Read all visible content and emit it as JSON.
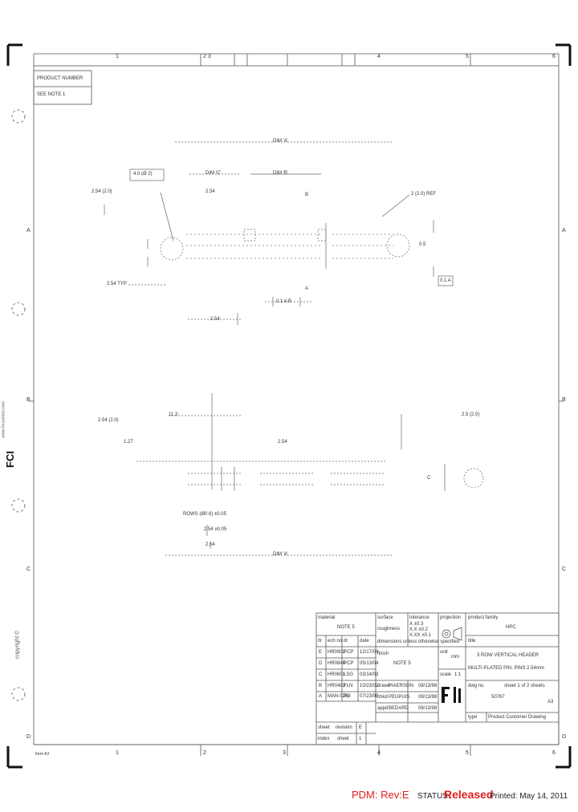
{
  "border": {
    "top_numbers": [
      "1",
      "2 3",
      "4",
      "5",
      "6"
    ],
    "bottom_numbers": [
      "1",
      "2",
      "3",
      "4",
      "5",
      "6"
    ],
    "left_letters": [
      "A",
      "B",
      "C",
      "D"
    ],
    "right_letters": [
      "A",
      "B",
      "C",
      "D"
    ],
    "bottom_left_code": "form A3"
  },
  "product_box": {
    "header": "PRODUCT NUMBER",
    "value": "SEE NOTE 1"
  },
  "side_text": {
    "brand": "FCI",
    "brand_sub": "www.fciconnect.com",
    "copyright": "copyright ©"
  },
  "drawing_labels": {
    "dim_top": "DIM 'A'",
    "dim_b": "DIM 'B'",
    "dim_c": "DIM 'C'",
    "boxed_left": "4.0 (Ø 2)",
    "datum_b": "B",
    "datum_a": "A",
    "datum_c": "C",
    "left_note": "2.54 (2.0)",
    "left_note2": "2.54",
    "mid_note": "2.54 TYP",
    "right_note": "2 (2.0) REF",
    "right_small": "0.5",
    "pos_box": "0.1 A",
    "tol_box": "0.1 A B",
    "bottom_dim": "2.54",
    "detail_left": "2.54 (2.0)",
    "detail_dim": "1.27",
    "detail_c": "2.54",
    "side_dim": "11.3",
    "rows_note": "ROWS (Ø0.6) ±0.05",
    "rows_note2": "2.54 ±0.05",
    "rows_note3": "2.54",
    "dim_bottom": "DIM 'A'",
    "right_detail": "2.5 (2.0)"
  },
  "title_block": {
    "material_label": "material",
    "material_value": "NOTE 5",
    "finish_label": "finish",
    "finish_value": "NOTE 5",
    "surface_label": "surface",
    "surface_value": "roughness",
    "tolerance_label": "tolerance",
    "tolerance_lines": [
      "X ±0.3",
      "X.X ±0.2",
      "X.XX ±0.1"
    ],
    "projection_label": "projection",
    "product_family_label": "product family",
    "product_family_value": "HPC",
    "title_label": "title",
    "title_line1": "3 ROW VERTICAL HEADER",
    "title_line2": "MULTI-PLATED PIN, PINS 2.54mm",
    "scale_label": "scale",
    "scale_value": "1:1",
    "unit_label": "unit",
    "unit_value": "mm",
    "dwg_no_label": "dwg no",
    "dwg_no_value": "50767",
    "sheet_label": "sheet 1 of 2 sheets",
    "size_value": "A3",
    "type_label": "type",
    "type_value": "Product Customer Drawing",
    "rev_headers": [
      "ltr",
      "ech no",
      "dr",
      "date"
    ],
    "rev_rows": [
      {
        "ltr": "E",
        "ech": "HR0902",
        "dr": "PCP",
        "date": "12/17/04"
      },
      {
        "ltr": "D",
        "ech": "HR0848",
        "dr": "PCP",
        "date": "05/13/04"
      },
      {
        "ltr": "C",
        "ech": "HR0601",
        "dr": "LSG",
        "date": "03/14/03"
      },
      {
        "ltr": "B",
        "ech": "HR0483",
        "dr": "FLN",
        "date": "10/23/02"
      },
      {
        "ltr": "A",
        "ech": "MAN-0268",
        "dr": "PL",
        "date": "07/23/98"
      }
    ],
    "approvals": [
      {
        "role": "drawn",
        "name": "PIAERSON",
        "date": "08/13/98"
      },
      {
        "role": "chkd",
        "name": "PEUPUIS",
        "date": "08/13/98"
      },
      {
        "role": "appd",
        "name": "BEDARD",
        "date": "08/13/98"
      }
    ],
    "ctrl_note": "dimensions unless otherwise specified",
    "sheet_rev_label": "sheet",
    "revision_label": "revision",
    "revision_value": "E",
    "index_label": "index",
    "index_sheet_label": "sheet",
    "index_value": "1"
  },
  "footer": {
    "pdm_label": "PDM: Rev:E",
    "status_label": "STATUS:",
    "status_value": "Released",
    "printed": "Printed: May 14, 2011"
  },
  "colors": {
    "pdm": "#e0201e",
    "status_value": "#e0201e",
    "lines": "#444444"
  }
}
